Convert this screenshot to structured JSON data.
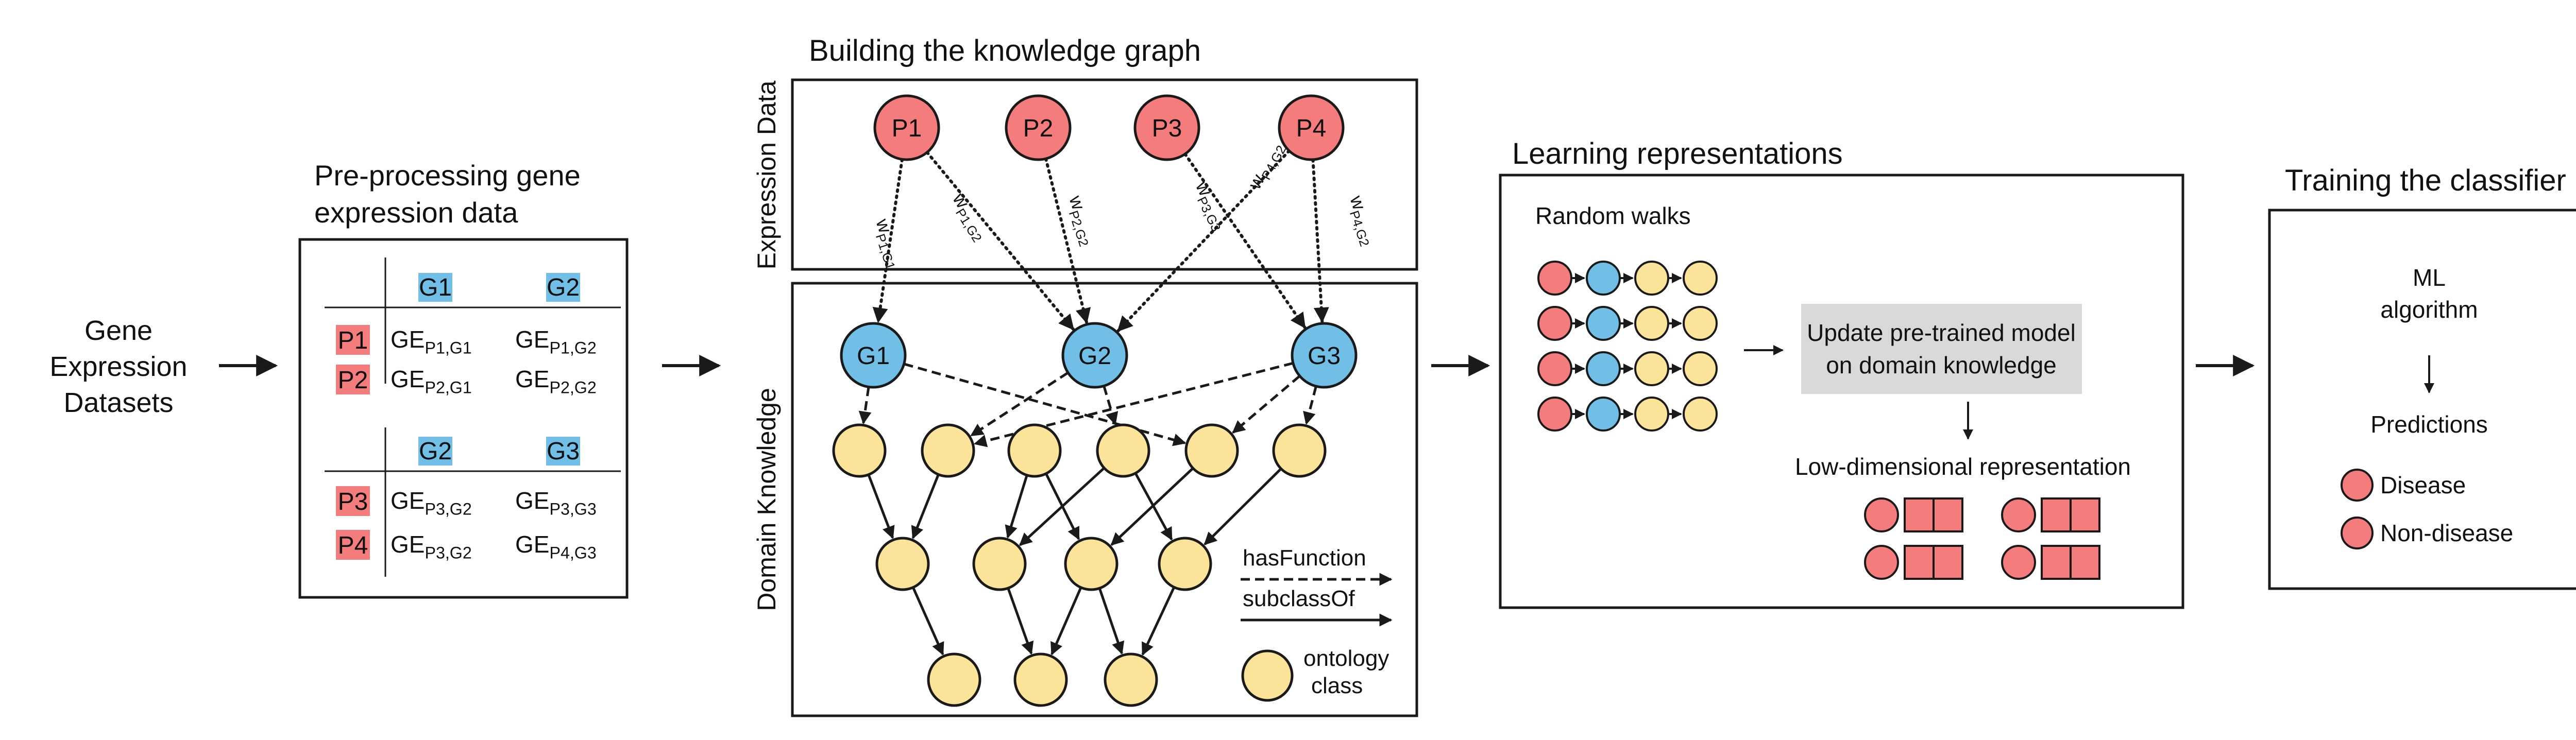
{
  "input": {
    "line1": "Gene",
    "line2": "Expression",
    "line3": "Datasets"
  },
  "preprocess": {
    "title_line1": "Pre-processing gene",
    "title_line2": "expression data",
    "table1": {
      "cols": [
        "G1",
        "G2"
      ],
      "rows": [
        {
          "label": "P1",
          "v1": "GE",
          "v1sub": "P1,G1",
          "v2": "GE",
          "v2sub": "P1,G2"
        },
        {
          "label": "P2",
          "v1": "GE",
          "v1sub": "P2,G1",
          "v2": "GE",
          "v2sub": "P2,G2"
        }
      ]
    },
    "table2": {
      "cols": [
        "G2",
        "G3"
      ],
      "rows": [
        {
          "label": "P3",
          "v1": "GE",
          "v1sub": "P3,G2",
          "v2": "GE",
          "v2sub": "P3,G3"
        },
        {
          "label": "P4",
          "v1": "GE",
          "v1sub": "P3,G2",
          "v2": "GE",
          "v2sub": "P4,G3"
        }
      ]
    }
  },
  "kg": {
    "title": "Building the knowledge graph",
    "expr_label": "Expression Data",
    "domain_label": "Domain Knowledge",
    "patients": [
      "P1",
      "P2",
      "P3",
      "P4"
    ],
    "genes": [
      "G1",
      "G2",
      "G3"
    ],
    "weights": [
      {
        "w": "w",
        "sub": "P1,G1"
      },
      {
        "w": "w",
        "sub": "P1,G2"
      },
      {
        "w": "w",
        "sub": "P2,G2"
      },
      {
        "w": "w",
        "sub": "P3,G3"
      },
      {
        "w": "w",
        "sub": "P4,G2"
      },
      {
        "w": "w",
        "sub": "P4,G2"
      }
    ],
    "legend": {
      "has_function": "hasFunction",
      "subclass_of": "subclassOf",
      "class_line1": "ontology",
      "class_line2": "class"
    }
  },
  "learning": {
    "title": "Learning representations",
    "random_walks": "Random walks",
    "update_line1": "Update pre-trained model",
    "update_line2": "on domain knowledge",
    "lowdim": "Low-dimensional representation"
  },
  "classifier": {
    "title": "Training the classifier",
    "ml_line1": "ML",
    "ml_line2": "algorithm",
    "predictions": "Predictions",
    "disease": "Disease",
    "non_disease": "Non-disease"
  },
  "colors": {
    "patient": "#F47C7C",
    "gene": "#71BFE6",
    "ontology": "#FCE39A",
    "update_box": "#D9D9D9",
    "stroke": "#1a1a1a"
  }
}
